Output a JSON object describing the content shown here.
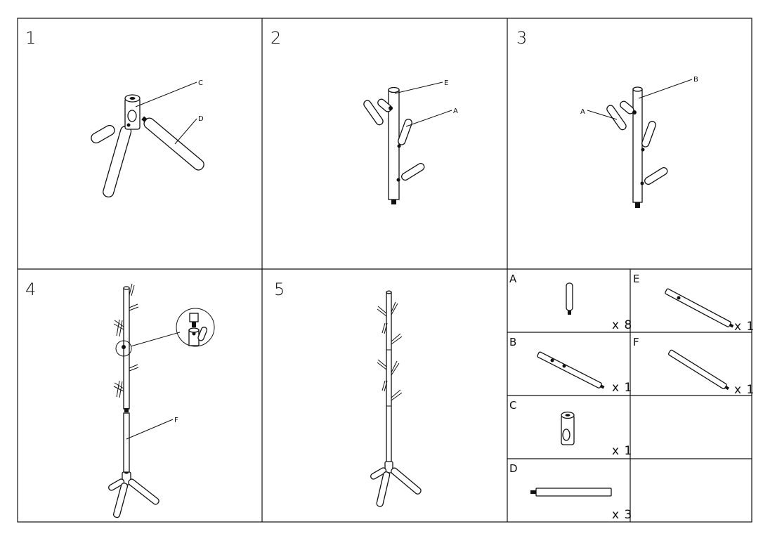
{
  "steps": [
    {
      "number": "1",
      "callouts": [
        "C",
        "D"
      ]
    },
    {
      "number": "2",
      "callouts": [
        "E",
        "A"
      ]
    },
    {
      "number": "3",
      "callouts": [
        "B",
        "A"
      ]
    },
    {
      "number": "4",
      "callouts": [
        "F"
      ]
    },
    {
      "number": "5",
      "callouts": []
    }
  ],
  "parts": [
    {
      "letter": "A",
      "quantity": "x 8"
    },
    {
      "letter": "E",
      "quantity": "x 1"
    },
    {
      "letter": "B",
      "quantity": "x 1"
    },
    {
      "letter": "F",
      "quantity": "x 1"
    },
    {
      "letter": "C",
      "quantity": "x 1"
    },
    {
      "letter": "D",
      "quantity": "x 3"
    }
  ],
  "colors": {
    "line": "#111111",
    "background": "#ffffff"
  }
}
